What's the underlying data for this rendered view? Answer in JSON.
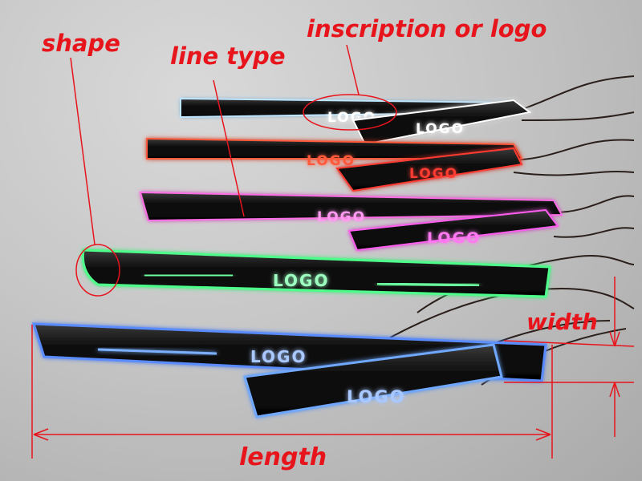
{
  "annotations": {
    "shape": "shape",
    "line_type": "line type",
    "inscription": "inscription or logo",
    "width": "width",
    "length": "length"
  },
  "plates": [
    {
      "logo_text": "LOGO",
      "glow": "#bfe6ff"
    },
    {
      "logo_text": "LOGO",
      "glow": "#ffffff"
    },
    {
      "logo_text": "LOGO",
      "glow": "#ff5a3a"
    },
    {
      "logo_text": "LOGO",
      "glow": "#ff3a30"
    },
    {
      "logo_text": "LOGO",
      "glow": "#ff6ee6"
    },
    {
      "logo_text": "LOGO",
      "glow": "#ff5cf0"
    },
    {
      "logo_text": "LOGO",
      "glow": "#4dff8a"
    },
    {
      "logo_text": "LOGO",
      "glow": "#5a8cff"
    },
    {
      "logo_text": "LOGO",
      "glow": "#6fa8ff"
    }
  ],
  "colors": {
    "annotation_red": "#e8141c",
    "wire": "#2a1f1a"
  }
}
